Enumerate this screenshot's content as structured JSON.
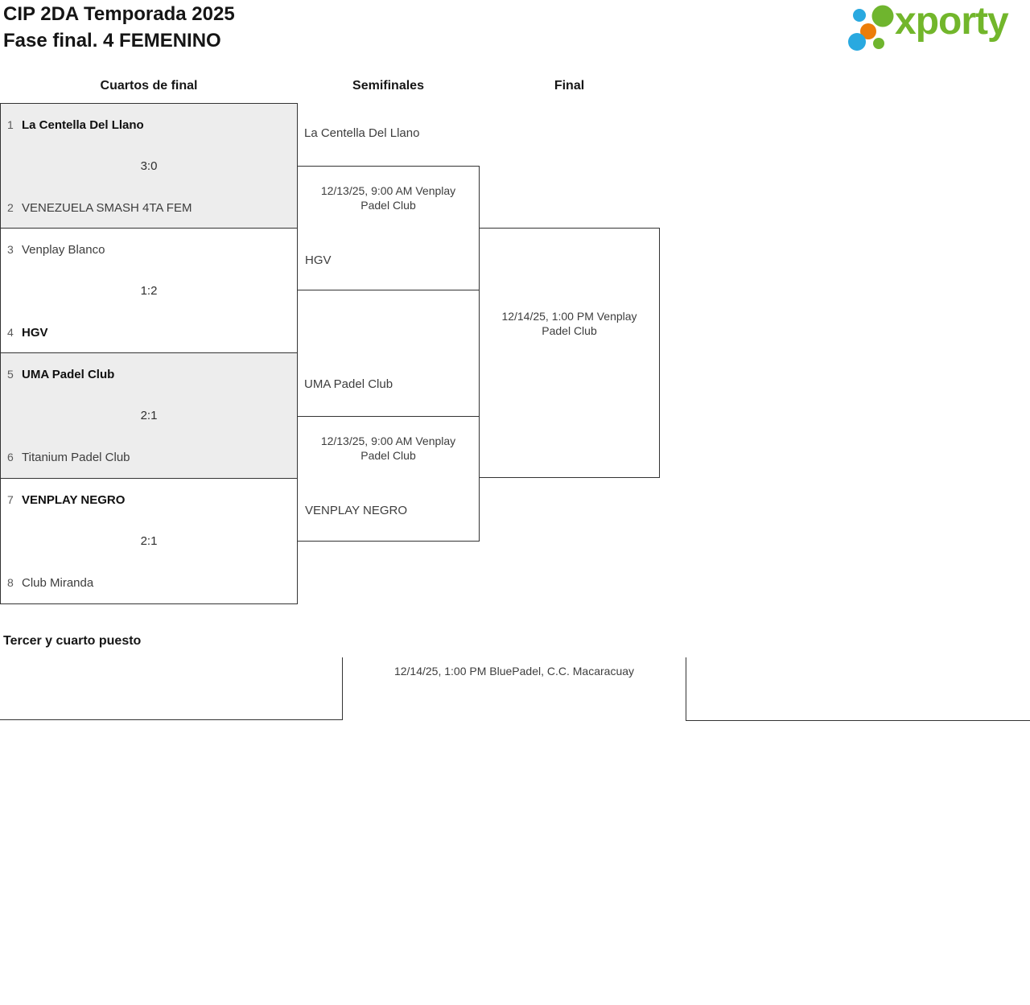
{
  "page": {
    "title_line1": "CIP 2DA Temporada 2025",
    "title_line2": "Fase final. 4 FEMENINO"
  },
  "logo": {
    "text": "xporty",
    "colors": {
      "green": "#6fb52e",
      "text_green": "#72b62b",
      "blue": "#29a9e0",
      "orange": "#ec7d09"
    }
  },
  "columns": {
    "quarterfinals": "Cuartos de final",
    "semifinals": "Semifinales",
    "final": "Final"
  },
  "quarterfinals": [
    {
      "seed_top": "1",
      "team_top": "La Centella Del Llano",
      "score": "3:0",
      "seed_bottom": "2",
      "team_bottom": "VENEZUELA SMASH 4TA FEM"
    },
    {
      "seed_top": "3",
      "team_top": "Venplay Blanco",
      "score": "1:2",
      "seed_bottom": "4",
      "team_bottom": "HGV"
    },
    {
      "seed_top": "5",
      "team_top": "UMA Padel Club",
      "score": "2:1",
      "seed_bottom": "6",
      "team_bottom": "Titanium Padel Club"
    },
    {
      "seed_top": "7",
      "team_top": "VENPLAY NEGRO",
      "score": "2:1",
      "seed_bottom": "8",
      "team_bottom": "Club Miranda"
    }
  ],
  "semifinals": [
    {
      "team_top": "La Centella Del Llano",
      "info": "12/13/25, 9:00 AM Venplay Padel Club",
      "team_bottom": "HGV"
    },
    {
      "team_top": "UMA Padel Club",
      "info": "12/13/25, 9:00 AM Venplay Padel Club",
      "team_bottom": "VENPLAY NEGRO"
    }
  ],
  "final": {
    "info": "12/14/25, 1:00 PM Venplay Padel Club"
  },
  "third_place": {
    "heading": "Tercer y cuarto puesto",
    "info": "12/14/25, 1:00 PM BluePadel, C.C. Macaracuay"
  },
  "colors": {
    "alt_box_bg": "#ededed",
    "border": "#333333",
    "winner_text": "#101010",
    "team_text": "#3d3d3d",
    "seed_text": "#5a5a5a"
  }
}
